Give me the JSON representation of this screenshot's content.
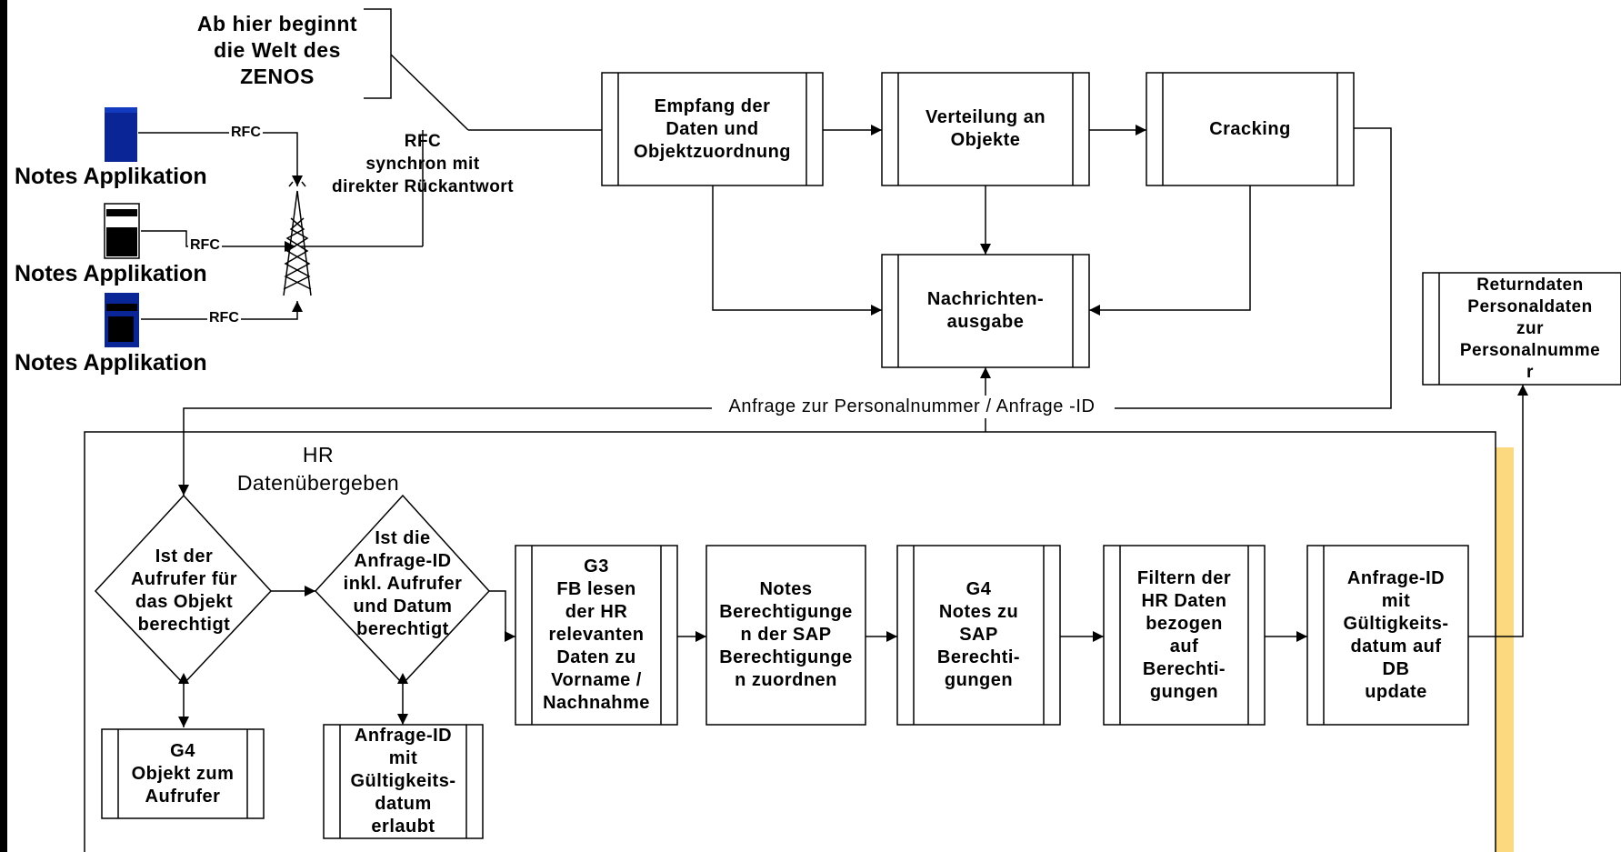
{
  "title_note": [
    "Ab hier beginnt",
    "die Welt des",
    "ZENOS"
  ],
  "apps": [
    {
      "label": "Notes Applikation",
      "rfc": "RFC"
    },
    {
      "label": "Notes Applikation",
      "rfc": "RFC"
    },
    {
      "label": "Notes Applikation",
      "rfc": "RFC"
    }
  ],
  "rfc_sync": [
    "RFC",
    "synchron mit",
    "direkter Rückantwort"
  ],
  "boxes": {
    "empfang": [
      "Empfang der",
      "Daten und",
      "Objektzuordnung"
    ],
    "verteilung": [
      "Verteilung an",
      "Objekte"
    ],
    "cracking": [
      "Cracking"
    ],
    "nachrichten": [
      "Nachrichten-",
      "ausgabe"
    ],
    "returndaten": [
      "Returndaten",
      "Personaldaten",
      "zur",
      "Personalnumme",
      "r"
    ],
    "g3": [
      "G3",
      "FB lesen",
      "der HR",
      "relevanten",
      "Daten zu",
      "Vorname /",
      "Nachnahme"
    ],
    "notes_berechtigungen": [
      "Notes",
      "Berechtigunge",
      "n der SAP",
      "Berechtigunge",
      "n zuordnen"
    ],
    "g4_notes": [
      "G4",
      "Notes zu",
      "SAP",
      "Berechti-",
      "gungen"
    ],
    "filtern": [
      "Filtern der",
      "HR Daten",
      "bezogen",
      "auf",
      "Berechti-",
      "gungen"
    ],
    "anfrage_update": [
      "Anfrage-ID",
      "mit",
      "Gültigkeits-",
      "datum auf",
      "DB",
      "update"
    ],
    "g4_objekt": [
      "G4",
      "Objekt zum",
      "Aufrufer"
    ],
    "anfrage_erlaubt": [
      "Anfrage-ID",
      "mit",
      "Gültigkeits-",
      "datum",
      "erlaubt"
    ]
  },
  "decisions": {
    "aufrufer": [
      "Ist der",
      "Aufrufer für",
      "das Objekt",
      "berechtigt"
    ],
    "anfrage": [
      "Ist die",
      "Anfrage-ID",
      "inkl. Aufrufer",
      "und Datum",
      "berechtigt"
    ]
  },
  "flow_label": "Anfrage zur Personalnummer / Anfrage -ID",
  "hr_label": [
    "HR",
    "Datenübergeben"
  ],
  "colors": {
    "accent_bar": "#fcd97e",
    "app_blue": "#0a2596"
  }
}
